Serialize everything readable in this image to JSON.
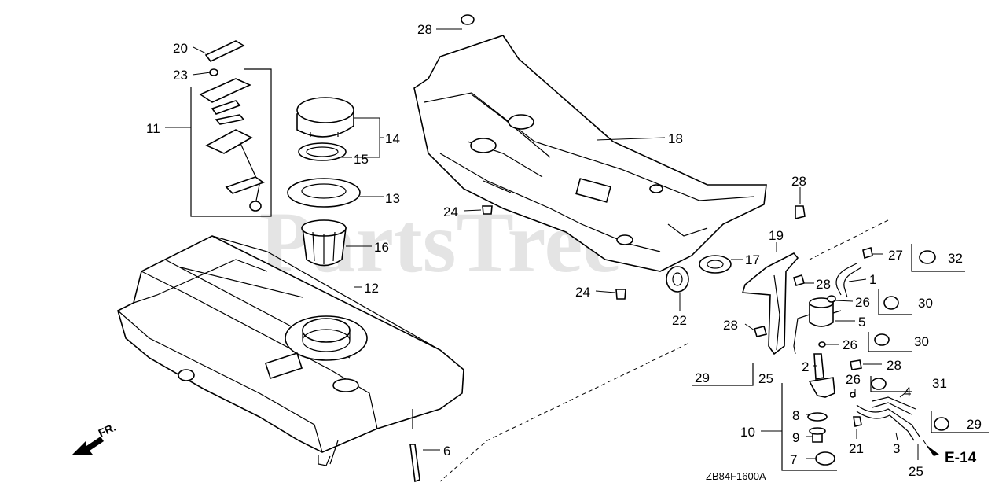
{
  "watermark": "PartsTree",
  "diagram_code": "ZB84F1600A",
  "front_marker": "FR.",
  "reference_link": "E-14",
  "callouts": [
    {
      "id": "c20",
      "text": "20"
    },
    {
      "id": "c23",
      "text": "23"
    },
    {
      "id": "c11",
      "text": "11"
    },
    {
      "id": "c14",
      "text": "14"
    },
    {
      "id": "c15",
      "text": "15"
    },
    {
      "id": "c13",
      "text": "13"
    },
    {
      "id": "c16",
      "text": "16"
    },
    {
      "id": "c12",
      "text": "12"
    },
    {
      "id": "c6",
      "text": "6"
    },
    {
      "id": "c28a",
      "text": "28"
    },
    {
      "id": "c18",
      "text": "18"
    },
    {
      "id": "c28b",
      "text": "28"
    },
    {
      "id": "c24a",
      "text": "24"
    },
    {
      "id": "c24b",
      "text": "24"
    },
    {
      "id": "c17",
      "text": "17"
    },
    {
      "id": "c22",
      "text": "22"
    },
    {
      "id": "c19",
      "text": "19"
    },
    {
      "id": "c28c",
      "text": "28"
    },
    {
      "id": "c28d",
      "text": "28"
    },
    {
      "id": "c27",
      "text": "27"
    },
    {
      "id": "c32",
      "text": "32"
    },
    {
      "id": "c1",
      "text": "1"
    },
    {
      "id": "c26a",
      "text": "26"
    },
    {
      "id": "c30a",
      "text": "30"
    },
    {
      "id": "c5",
      "text": "5"
    },
    {
      "id": "c26b",
      "text": "26"
    },
    {
      "id": "c30b",
      "text": "30"
    },
    {
      "id": "c2",
      "text": "2"
    },
    {
      "id": "c28e",
      "text": "28"
    },
    {
      "id": "c29a",
      "text": "29"
    },
    {
      "id": "c25a",
      "text": "25"
    },
    {
      "id": "c26c",
      "text": "26"
    },
    {
      "id": "c31",
      "text": "31"
    },
    {
      "id": "c4",
      "text": "4"
    },
    {
      "id": "c10",
      "text": "10"
    },
    {
      "id": "c8",
      "text": "8"
    },
    {
      "id": "c9",
      "text": "9"
    },
    {
      "id": "c7",
      "text": "7"
    },
    {
      "id": "c21",
      "text": "21"
    },
    {
      "id": "c3",
      "text": "3"
    },
    {
      "id": "c25b",
      "text": "25"
    },
    {
      "id": "c29b",
      "text": "29"
    }
  ]
}
